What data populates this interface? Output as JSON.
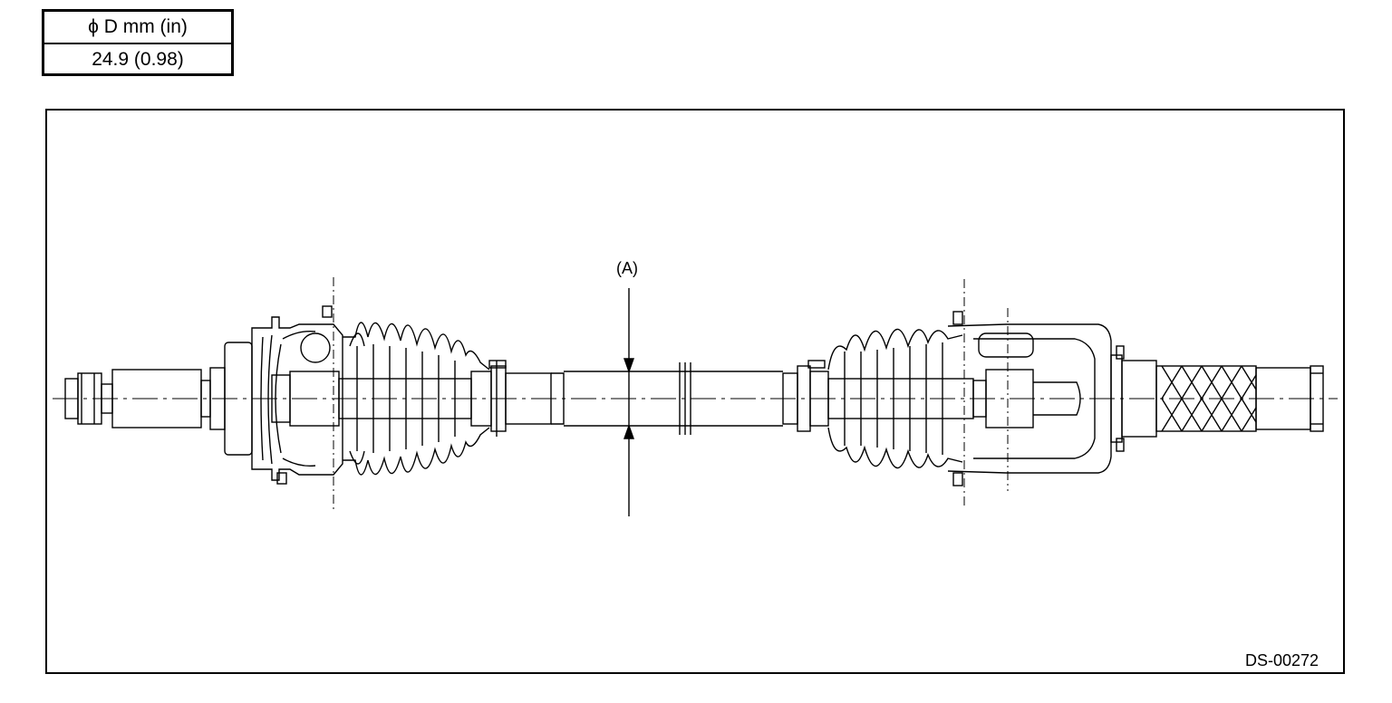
{
  "spec_table": {
    "header": "ϕ D mm (in)",
    "value": "24.9 (0.98)"
  },
  "diagram": {
    "callout_label": "(A)",
    "figure_code": "DS-00272"
  }
}
